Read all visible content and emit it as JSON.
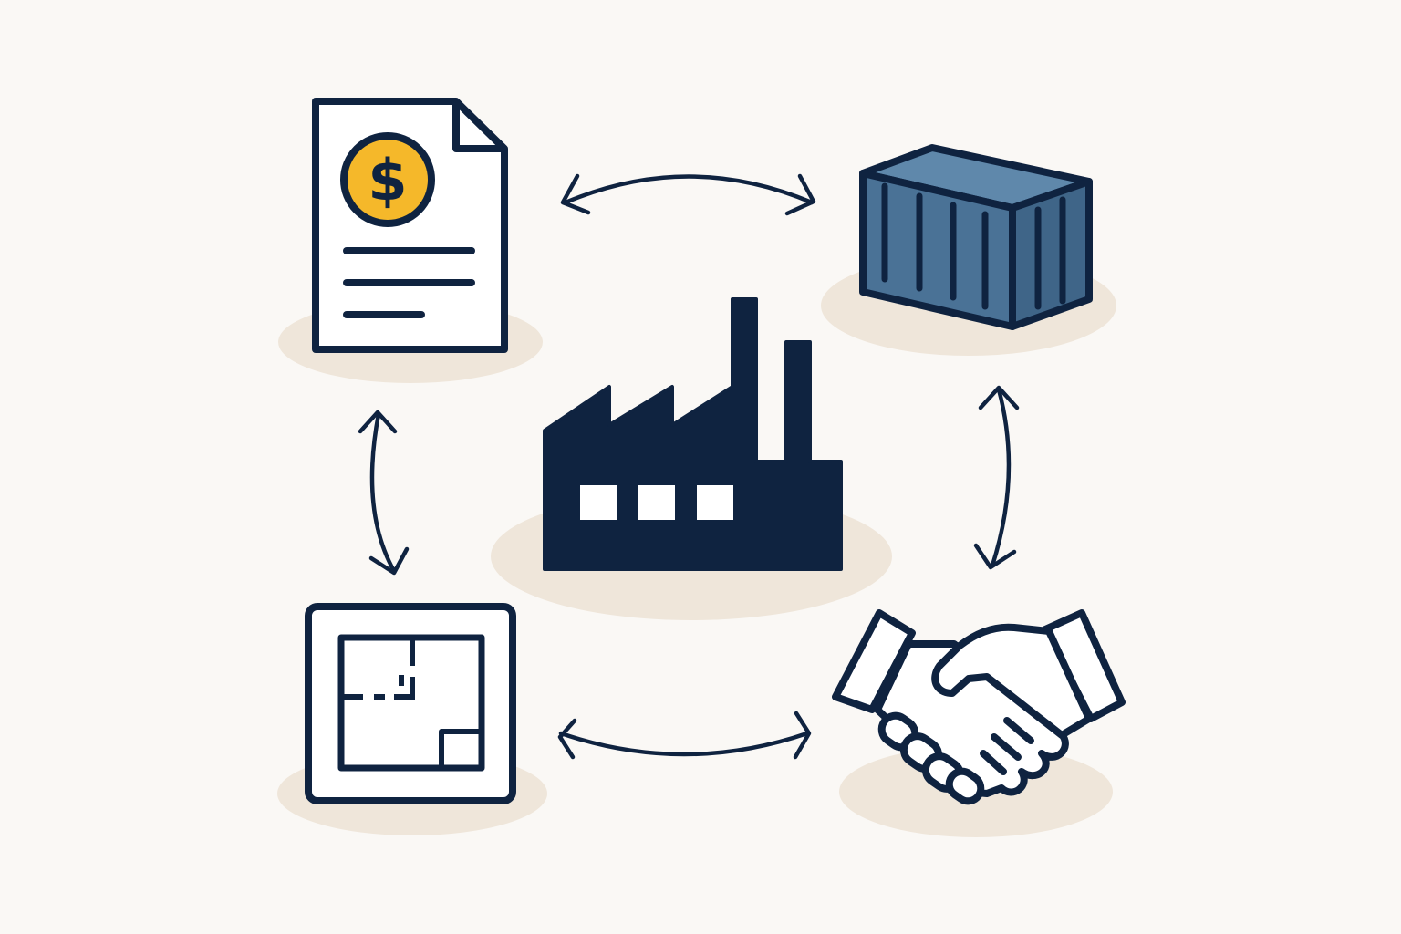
{
  "colors": {
    "background": "#faf8f5",
    "ink": "#0f2340",
    "shadow": "#efe6da",
    "coin": "#f5b82a",
    "container": "#4a7296",
    "paper": "#ffffff"
  },
  "nodes": [
    {
      "id": "invoice",
      "icon": "invoice-document-icon"
    },
    {
      "id": "container",
      "icon": "shipping-container-icon"
    },
    {
      "id": "factory",
      "icon": "factory-icon"
    },
    {
      "id": "floorplan",
      "icon": "floor-plan-icon"
    },
    {
      "id": "handshake",
      "icon": "handshake-icon"
    }
  ],
  "links": [
    {
      "from": "invoice",
      "to": "container",
      "direction": "both"
    },
    {
      "from": "container",
      "to": "handshake",
      "direction": "both"
    },
    {
      "from": "handshake",
      "to": "floorplan",
      "direction": "both"
    },
    {
      "from": "floorplan",
      "to": "invoice",
      "direction": "both"
    }
  ],
  "invoice": {
    "currency_symbol": "$"
  }
}
